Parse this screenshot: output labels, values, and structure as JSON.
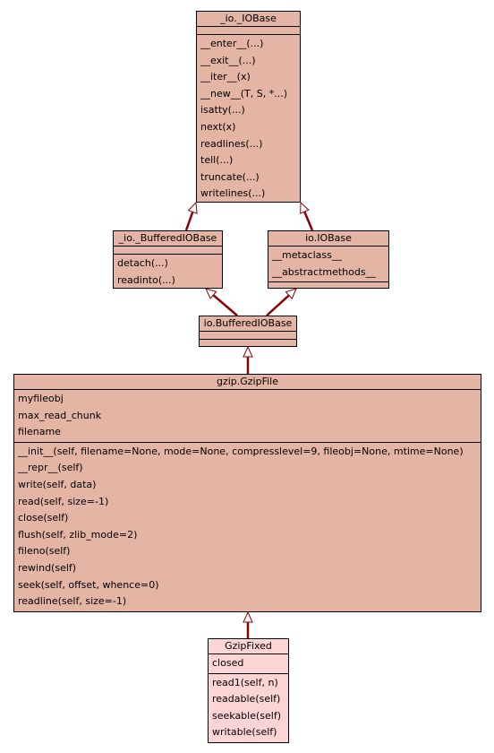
{
  "classes": {
    "iobase_c": {
      "name": "_io._IOBase",
      "attributes": [],
      "methods": [
        "__enter__(...)",
        "__exit__(...)",
        "__iter__(x)",
        "__new__(T, S, *...)",
        "isatty(...)",
        "next(x)",
        "readlines(...)",
        "tell(...)",
        "truncate(...)",
        "writelines(...)"
      ]
    },
    "buffered_c": {
      "name": "_io._BufferedIOBase",
      "attributes": [],
      "methods": [
        "detach(...)",
        "readinto(...)"
      ]
    },
    "io_iobase": {
      "name": "io.IOBase",
      "attributes": [
        "__metaclass__",
        "__abstractmethods__"
      ],
      "methods": []
    },
    "io_buffered": {
      "name": "io.BufferedIOBase",
      "attributes": [],
      "methods": []
    },
    "gzipfile": {
      "name": "gzip.GzipFile",
      "attributes": [
        "myfileobj",
        "max_read_chunk",
        "filename"
      ],
      "methods": [
        "__init__(self, filename=None, mode=None, compresslevel=9, fileobj=None, mtime=None)",
        "__repr__(self)",
        "write(self, data)",
        "read(self, size=-1)",
        "close(self)",
        "flush(self, zlib_mode=2)",
        "fileno(self)",
        "rewind(self)",
        "seek(self, offset, whence=0)",
        "readline(self, size=-1)"
      ]
    },
    "gzipfixed": {
      "name": "GzipFixed",
      "attributes": [
        "closed"
      ],
      "methods": [
        "read1(self, n)",
        "readable(self)",
        "seekable(self)",
        "writable(self)"
      ]
    }
  },
  "colors": {
    "class_fill": "#e4b4a4",
    "highlight_fill": "#fcd4d4",
    "edge": "#8b0000"
  }
}
